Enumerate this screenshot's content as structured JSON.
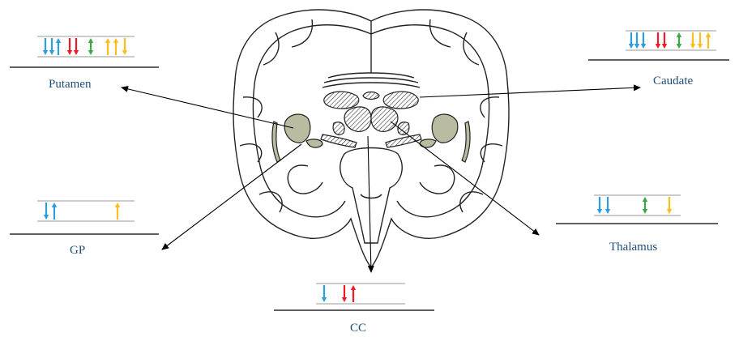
{
  "colors": {
    "blue": "#2a9ee0",
    "red": "#ee1c24",
    "green": "#3aa845",
    "yellow": "#fbbe1a",
    "label": "#1f4e79",
    "line": "#000000",
    "panel_line": "#9a9a9a"
  },
  "regions": [
    {
      "id": "putamen",
      "label": "Putamen",
      "arrows": [
        [
          "blue",
          "down"
        ],
        [
          "blue",
          "down"
        ],
        [
          "blue",
          "up"
        ],
        [
          "red",
          "down"
        ],
        [
          "red",
          "down"
        ],
        [
          "green",
          "both"
        ],
        [
          "yellow",
          "up"
        ],
        [
          "yellow",
          "up"
        ],
        [
          "yellow",
          "down"
        ]
      ]
    },
    {
      "id": "caudate",
      "label": "Caudate",
      "arrows": [
        [
          "blue",
          "down"
        ],
        [
          "blue",
          "down"
        ],
        [
          "blue",
          "down"
        ],
        [
          "red",
          "down"
        ],
        [
          "red",
          "down"
        ],
        [
          "green",
          "both"
        ],
        [
          "yellow",
          "down"
        ],
        [
          "yellow",
          "down"
        ],
        [
          "yellow",
          "up"
        ]
      ]
    },
    {
      "id": "gp",
      "label": "GP",
      "arrows": [
        [
          "blue",
          "down"
        ],
        [
          "blue",
          "up"
        ],
        [
          "yellow",
          "up"
        ]
      ]
    },
    {
      "id": "thalamus",
      "label": "Thalamus",
      "arrows": [
        [
          "blue",
          "down"
        ],
        [
          "blue",
          "down"
        ],
        [
          "green",
          "both"
        ],
        [
          "yellow",
          "down"
        ]
      ]
    },
    {
      "id": "cc",
      "label": "CC",
      "arrows": [
        [
          "blue",
          "down"
        ],
        [
          "red",
          "down"
        ],
        [
          "red",
          "up"
        ]
      ]
    }
  ]
}
